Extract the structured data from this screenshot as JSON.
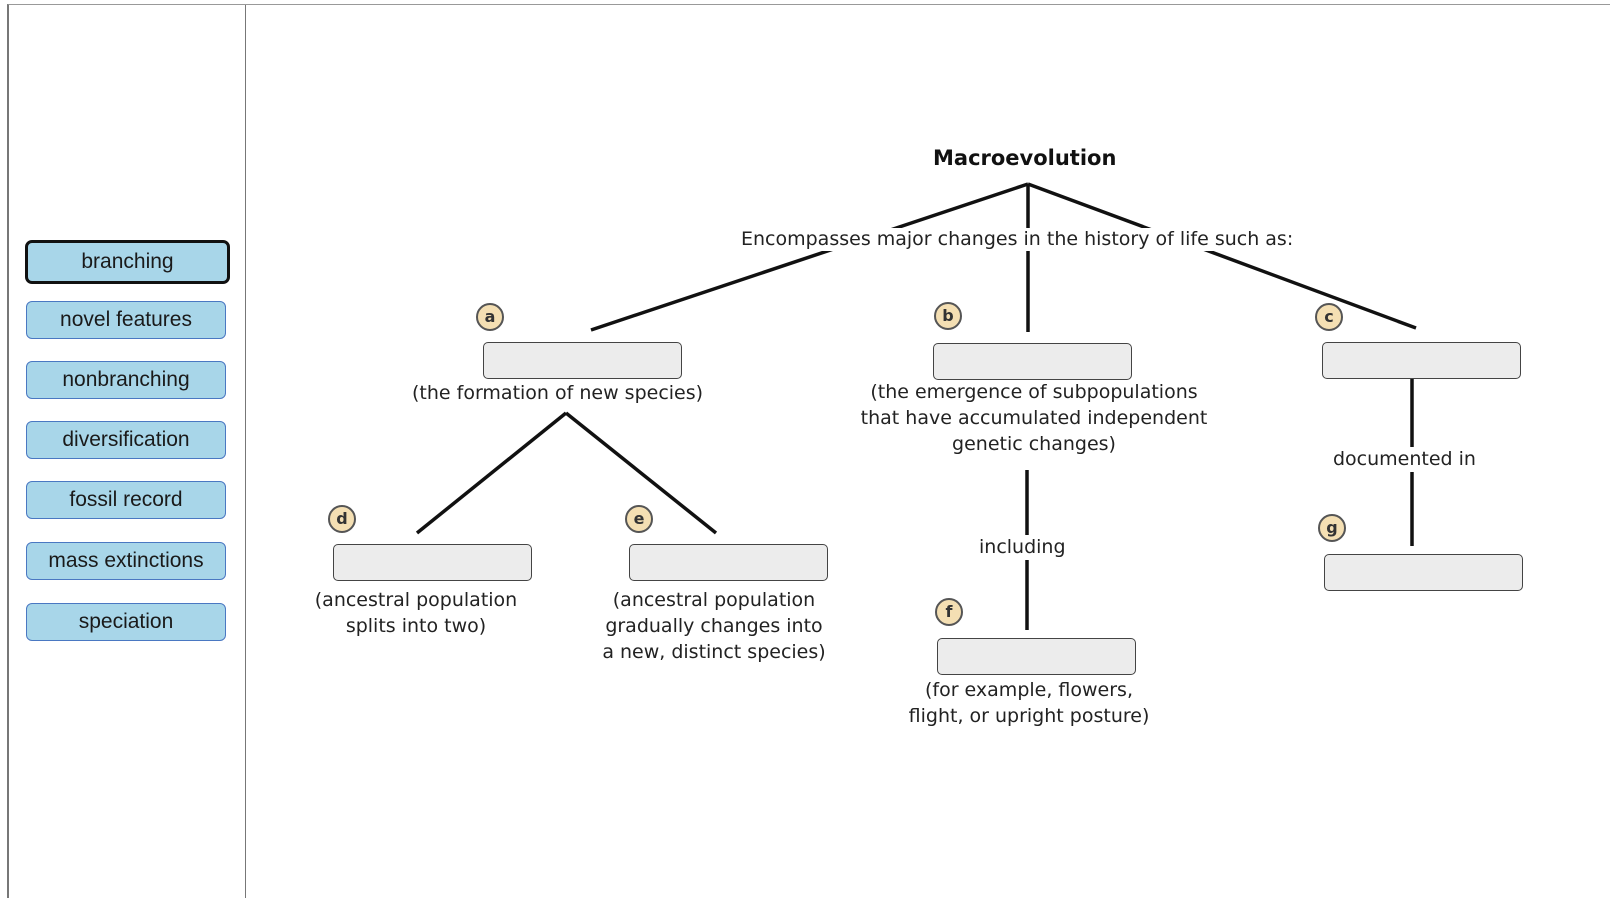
{
  "word_bank": [
    {
      "label": "branching",
      "selected": true
    },
    {
      "label": "novel features",
      "selected": false
    },
    {
      "label": "nonbranching",
      "selected": false
    },
    {
      "label": "diversification",
      "selected": false
    },
    {
      "label": "fossil record",
      "selected": false
    },
    {
      "label": "mass extinctions",
      "selected": false
    },
    {
      "label": "speciation",
      "selected": false
    }
  ],
  "map": {
    "title": "Macroevolution",
    "connector_top": "Encompasses major changes in the history of life such as:",
    "connector_including": "including",
    "connector_documented": "documented in",
    "badges": {
      "a": "a",
      "b": "b",
      "c": "c",
      "d": "d",
      "e": "e",
      "f": "f",
      "g": "g"
    },
    "desc_a": "(the formation of new species)",
    "desc_b": [
      "(the emergence of subpopulations",
      "that have accumulated independent",
      "genetic changes)"
    ],
    "desc_d": [
      "(ancestral population",
      "splits into two)"
    ],
    "desc_e": [
      "(ancestral population",
      "gradually changes into",
      "a new, distinct species)"
    ],
    "desc_f": [
      "(for example, flowers,",
      "flight, or upright posture)"
    ]
  },
  "colors": {
    "chip_fill": "#a8d6e9",
    "chip_border": "#4a78c2",
    "badge_fill": "#f4dfb3",
    "drop_fill": "#ececec"
  }
}
